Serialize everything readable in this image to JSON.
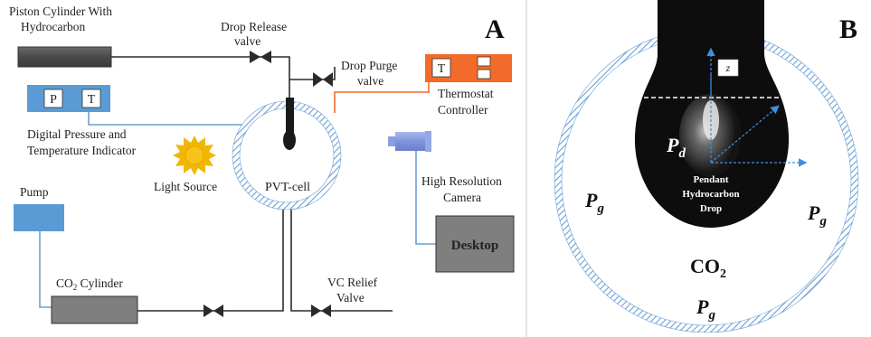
{
  "panels": {
    "a_label": "A",
    "b_label": "B"
  },
  "panel_a": {
    "piston_cylinder": [
      "Piston Cylinder With",
      "Hydrocarbon"
    ],
    "drop_release_valve": [
      "Drop Release",
      "valve"
    ],
    "drop_purge_valve": [
      "Drop Purge",
      "valve"
    ],
    "thermostat": {
      "key": "T",
      "label": [
        "Thermostat",
        "Controller"
      ]
    },
    "indicator": {
      "p_key": "P",
      "t_key": "T",
      "label": [
        "Digital Pressure and",
        "Temperature Indicator"
      ]
    },
    "light_source": "Light Source",
    "pvt_cell": "PVT-cell",
    "camera": [
      "High Resolution",
      "Camera"
    ],
    "pump": "Pump",
    "desktop": "Desktop",
    "co2_cylinder": {
      "main": "CO",
      "sub": "2",
      "rest": " Cylinder"
    },
    "vc_relief": [
      "VC Relief",
      "Valve"
    ]
  },
  "panel_b": {
    "z_label": "z",
    "pd_main": "P",
    "pd_sub": "d",
    "drop_text": [
      "Pendant",
      "Hydrocarbon",
      "Drop"
    ],
    "pg_main": "P",
    "pg_sub": "g",
    "co2_main": "CO",
    "co2_sub": "2"
  },
  "colors": {
    "blue_box": "#5b9bd5",
    "blue_line": "#6a9fd4",
    "orange": "#f26b2a",
    "gray_box": "#7f7f7f",
    "sun": "#f2b600",
    "dark_line": "#2b2b2b"
  }
}
